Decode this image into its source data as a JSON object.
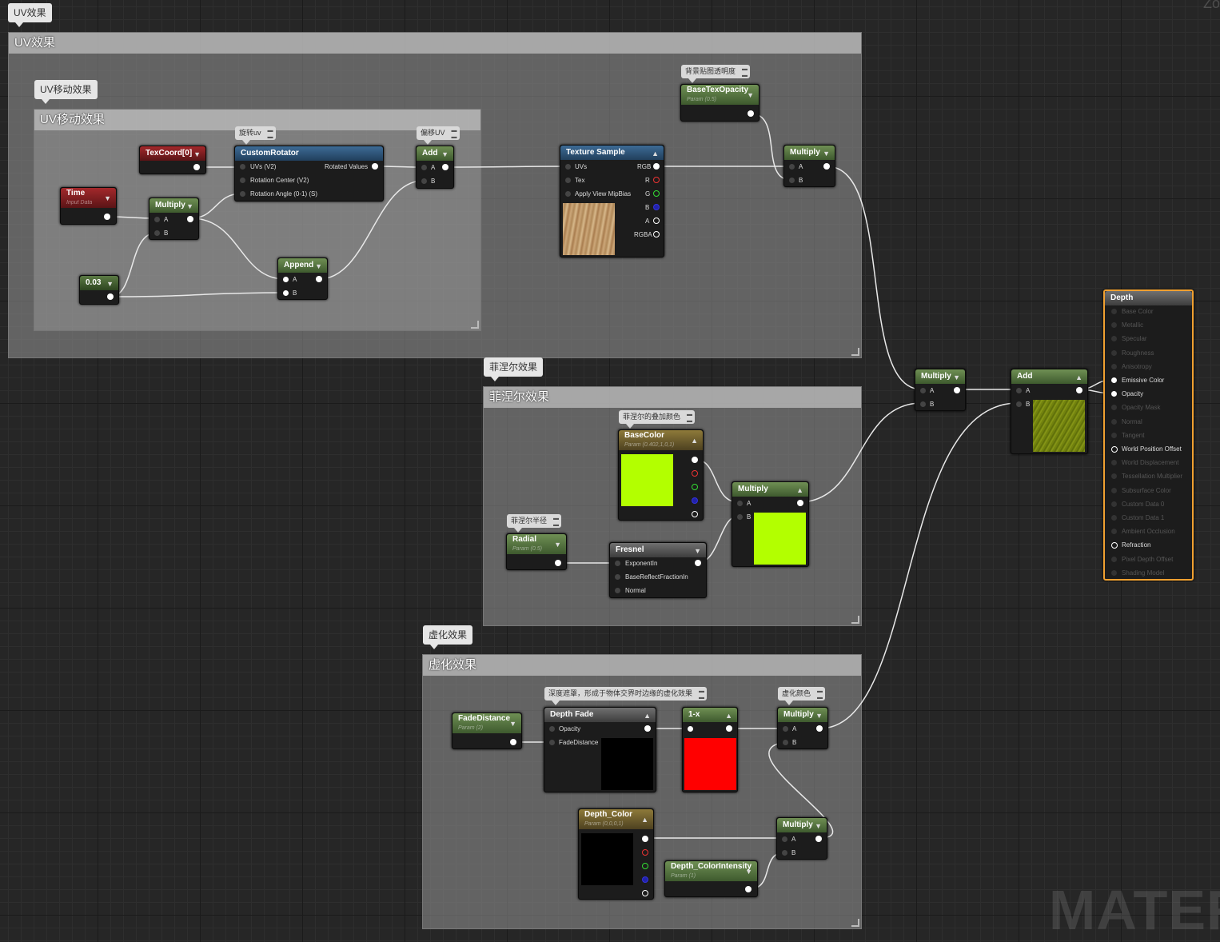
{
  "groups": {
    "uv": {
      "tab": "UV效果",
      "title": "UV效果"
    },
    "uv_move": {
      "tab": "UV移动效果",
      "title": "UV移动效果"
    },
    "fresnel": {
      "tab": "菲涅尔效果",
      "title": "菲涅尔效果"
    },
    "blur": {
      "tab": "虚化效果",
      "title": "虚化效果"
    }
  },
  "bubbles": {
    "rotate": "旋转uv",
    "offset": "偏移UV",
    "base_opacity": "背景贴图透明度",
    "fresnel_color": "菲涅尔的叠加颜色",
    "fresnel_radius": "菲涅尔半径",
    "depth_mask": "深度遮罩，形成于物体交界时边缘的虚化效果",
    "blur_color": "虚化颜色"
  },
  "nodes": {
    "texcoord": {
      "title": "TexCoord[0]"
    },
    "time": {
      "title": "Time",
      "sub": "Input Data"
    },
    "multiply": "Multiply",
    "add": "Add",
    "append": "Append",
    "const": {
      "title": "0.03"
    },
    "rotator": {
      "title": "CustomRotator",
      "pins": [
        "UVs (V2)",
        "Rotation Center (V2)",
        "Rotation Angle (0-1) (S)"
      ],
      "out": "Rotated Values"
    },
    "texsample": {
      "title": "Texture Sample",
      "pins": [
        "UVs",
        "Tex",
        "Apply View MipBias"
      ],
      "outs": [
        "RGB",
        "R",
        "G",
        "B",
        "A",
        "RGBA"
      ]
    },
    "basetexopacity": {
      "title": "BaseTexOpacity",
      "sub": "Param (0.5)"
    },
    "basecolor": {
      "title": "BaseColor",
      "sub": "Param (0.402,1,0,1)"
    },
    "radial": {
      "title": "Radial",
      "sub": "Param (0.5)"
    },
    "fresnel": {
      "title": "Fresnel",
      "pins": [
        "ExponentIn",
        "BaseReflectFractionIn",
        "Normal"
      ]
    },
    "fadedistance": {
      "title": "FadeDistance",
      "sub": "Param (2)"
    },
    "depthfade": {
      "title": "Depth Fade",
      "pins": [
        "Opacity",
        "FadeDistance"
      ]
    },
    "oneminus": {
      "title": "1-x"
    },
    "depthcolor": {
      "title": "Depth_Color",
      "sub": "Param (0,0,0,1)"
    },
    "depthintensity": {
      "title": "Depth_ColorIntensity",
      "sub": "Param (1)"
    },
    "pin_a": "A",
    "pin_b": "B"
  },
  "material": {
    "title": "Depth",
    "inputs": [
      {
        "label": "Base Color",
        "active": false
      },
      {
        "label": "Metallic",
        "active": false
      },
      {
        "label": "Specular",
        "active": false
      },
      {
        "label": "Roughness",
        "active": false
      },
      {
        "label": "Anisotropy",
        "active": false
      },
      {
        "label": "Emissive Color",
        "active": true
      },
      {
        "label": "Opacity",
        "active": true
      },
      {
        "label": "Opacity Mask",
        "active": false
      },
      {
        "label": "Normal",
        "active": false
      },
      {
        "label": "Tangent",
        "active": false
      },
      {
        "label": "World Position Offset",
        "active": true
      },
      {
        "label": "World Displacement",
        "active": false
      },
      {
        "label": "Tessellation Multiplier",
        "active": false
      },
      {
        "label": "Subsurface Color",
        "active": false
      },
      {
        "label": "Custom Data 0",
        "active": false
      },
      {
        "label": "Custom Data 1",
        "active": false
      },
      {
        "label": "Ambient Occlusion",
        "active": false
      },
      {
        "label": "Refraction",
        "active": true
      },
      {
        "label": "Pixel Depth Offset",
        "active": false
      },
      {
        "label": "Shading Model",
        "active": false
      }
    ]
  },
  "colors": {
    "basecolor_swatch": "#b3ff00",
    "oneminus_swatch": "#ff0000",
    "depthfade_swatch": "#000000",
    "depthcolor_swatch": "#000000",
    "material_border": "#f0a030"
  },
  "watermark": "MATERIAL",
  "corner": "Zo"
}
